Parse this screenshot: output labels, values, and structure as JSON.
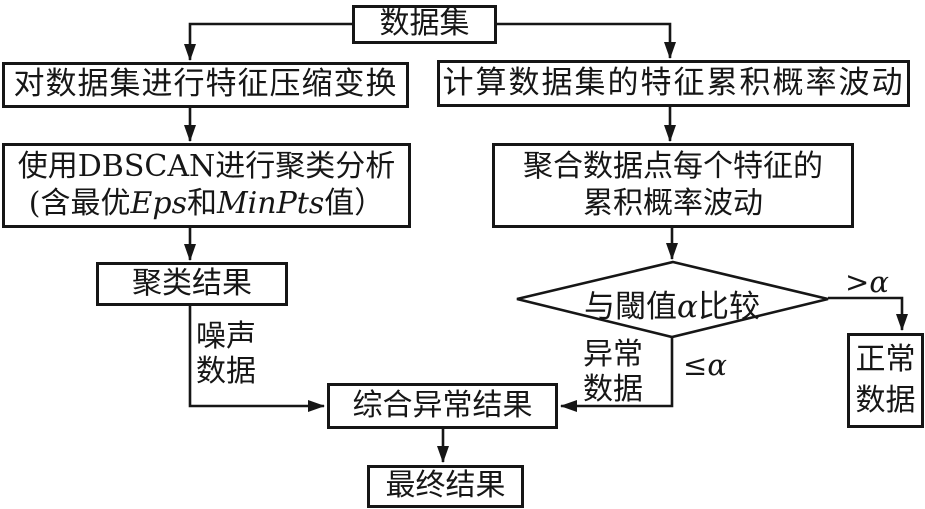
{
  "diagram": {
    "type": "flowchart",
    "language": "zh-CN",
    "colors": {
      "line": "#161616",
      "box_fill": "#ffffff",
      "background": "#ffffff"
    },
    "nodes": {
      "dataset": {
        "label": "数据集"
      },
      "compress": {
        "label": "对数据集进行特征压缩变换"
      },
      "dbscan": {
        "line1": "使用DBSCAN进行聚类分析",
        "line2_pre": "(含最优",
        "line2_eps": "Eps",
        "line2_mid": "和",
        "line2_minpts": "MinPts",
        "line2_post": "值）"
      },
      "cluster_result": {
        "label": "聚类结果"
      },
      "calc_fluctuation": {
        "label": "计算数据集的特征累积概率波动"
      },
      "aggregate": {
        "line1": "聚合数据点每个特征的",
        "line2": "累积概率波动"
      },
      "threshold_decision": {
        "pre": "与閾值",
        "alpha": "α",
        "post": "比较"
      },
      "normal_data": {
        "line1": "正常",
        "line2": "数据"
      },
      "combined_result": {
        "label": "综合异常结果"
      },
      "final_result": {
        "label": "最终结果"
      }
    },
    "edge_labels": {
      "noise": {
        "line1": "噪声",
        "line2": "数据"
      },
      "anomaly": {
        "line1": "异常",
        "line2": "数据"
      },
      "greater": {
        "op": ">",
        "alpha": "α"
      },
      "less_equal": {
        "op": "≤",
        "alpha": "α"
      }
    }
  }
}
